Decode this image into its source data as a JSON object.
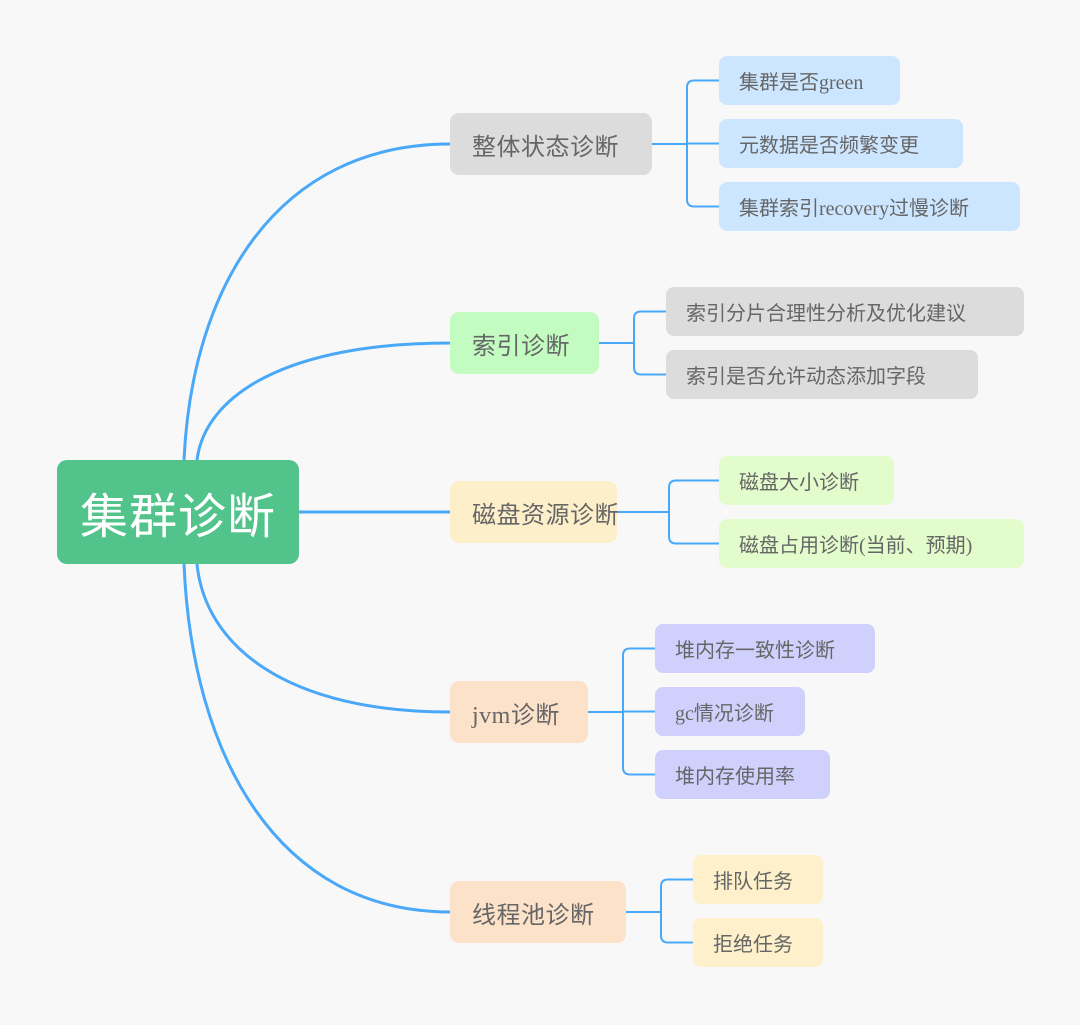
{
  "mindmap": {
    "line_color": "#4aa8f8",
    "root": {
      "label": "集群诊断",
      "color": "#52c48b"
    },
    "branches": [
      {
        "label": "整体状态诊断",
        "color": "#dcdcdc",
        "leaf_color": "#cde6ff",
        "leaves": [
          {
            "label": "集群是否green"
          },
          {
            "label": "元数据是否频繁变更"
          },
          {
            "label": "集群索引recovery过慢诊断"
          }
        ]
      },
      {
        "label": "索引诊断",
        "color": "#c2fcc0",
        "leaf_color": "#dcdcdc",
        "leaves": [
          {
            "label": "索引分片合理性分析及优化建议"
          },
          {
            "label": "索引是否允许动态添加字段"
          }
        ]
      },
      {
        "label": "磁盘资源诊断",
        "color": "#fdefca",
        "leaf_color": "#e3fccc",
        "leaves": [
          {
            "label": "磁盘大小诊断"
          },
          {
            "label": "磁盘占用诊断(当前、预期)"
          }
        ]
      },
      {
        "label": "jvm诊断",
        "color": "#fde2ca",
        "leaf_color": "#d0d0fd",
        "leaves": [
          {
            "label": "堆内存一致性诊断"
          },
          {
            "label": "gc情况诊断"
          },
          {
            "label": "堆内存使用率"
          }
        ]
      },
      {
        "label": "线程池诊断",
        "color": "#fde2ca",
        "leaf_color": "#fdf0ca",
        "leaves": [
          {
            "label": "排队任务"
          },
          {
            "label": "拒绝任务"
          }
        ]
      }
    ]
  }
}
